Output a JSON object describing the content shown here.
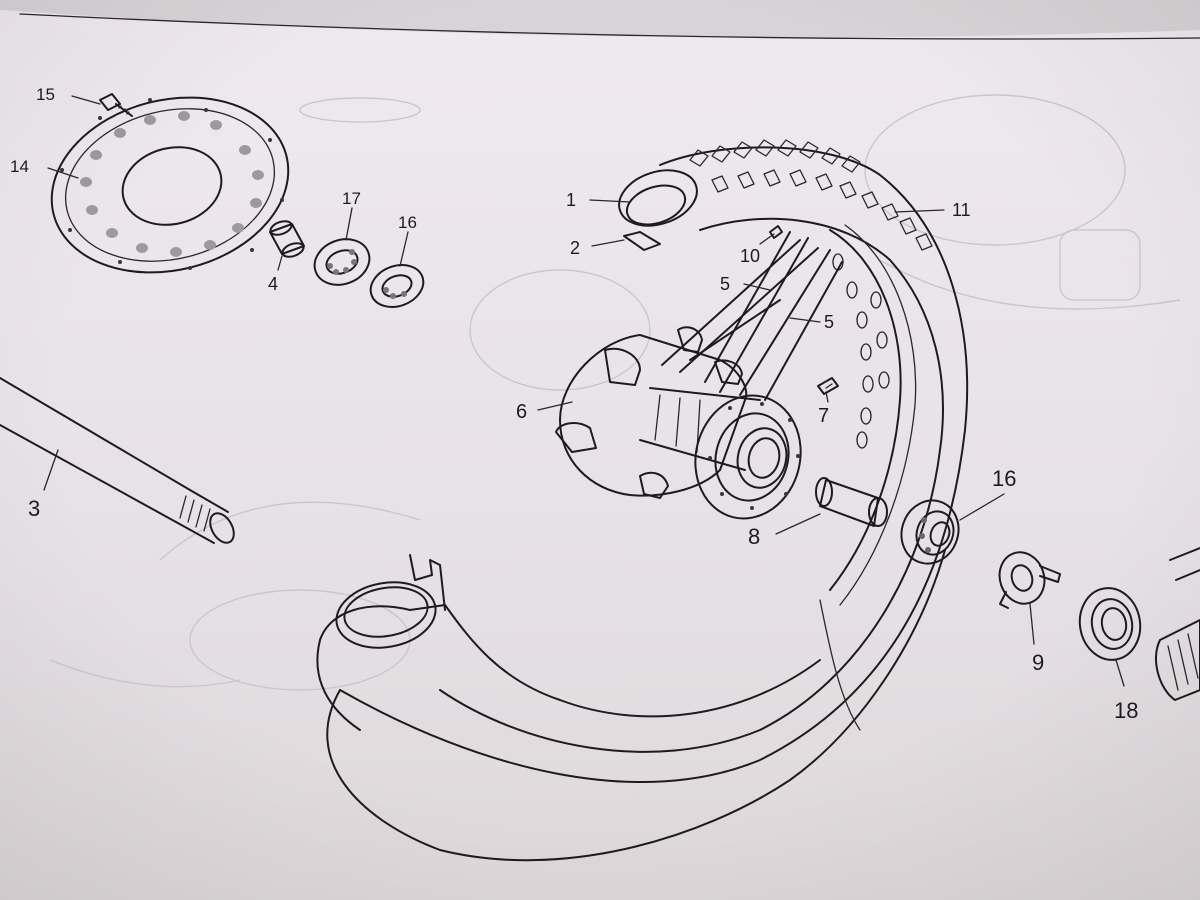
{
  "callouts": [
    {
      "id": "c15",
      "text": "15"
    },
    {
      "id": "c14",
      "text": "14"
    },
    {
      "id": "c17",
      "text": "17"
    },
    {
      "id": "c16a",
      "text": "16"
    },
    {
      "id": "c4",
      "text": "4"
    },
    {
      "id": "c3",
      "text": "3"
    },
    {
      "id": "c1",
      "text": "1"
    },
    {
      "id": "c2",
      "text": "2"
    },
    {
      "id": "c10",
      "text": "10"
    },
    {
      "id": "c11",
      "text": "11"
    },
    {
      "id": "c5a",
      "text": "5"
    },
    {
      "id": "c5b",
      "text": "5"
    },
    {
      "id": "c6",
      "text": "6"
    },
    {
      "id": "c7",
      "text": "7"
    },
    {
      "id": "c8",
      "text": "8"
    },
    {
      "id": "c16b",
      "text": "16"
    },
    {
      "id": "c9",
      "text": "9"
    },
    {
      "id": "c18",
      "text": "18"
    }
  ]
}
